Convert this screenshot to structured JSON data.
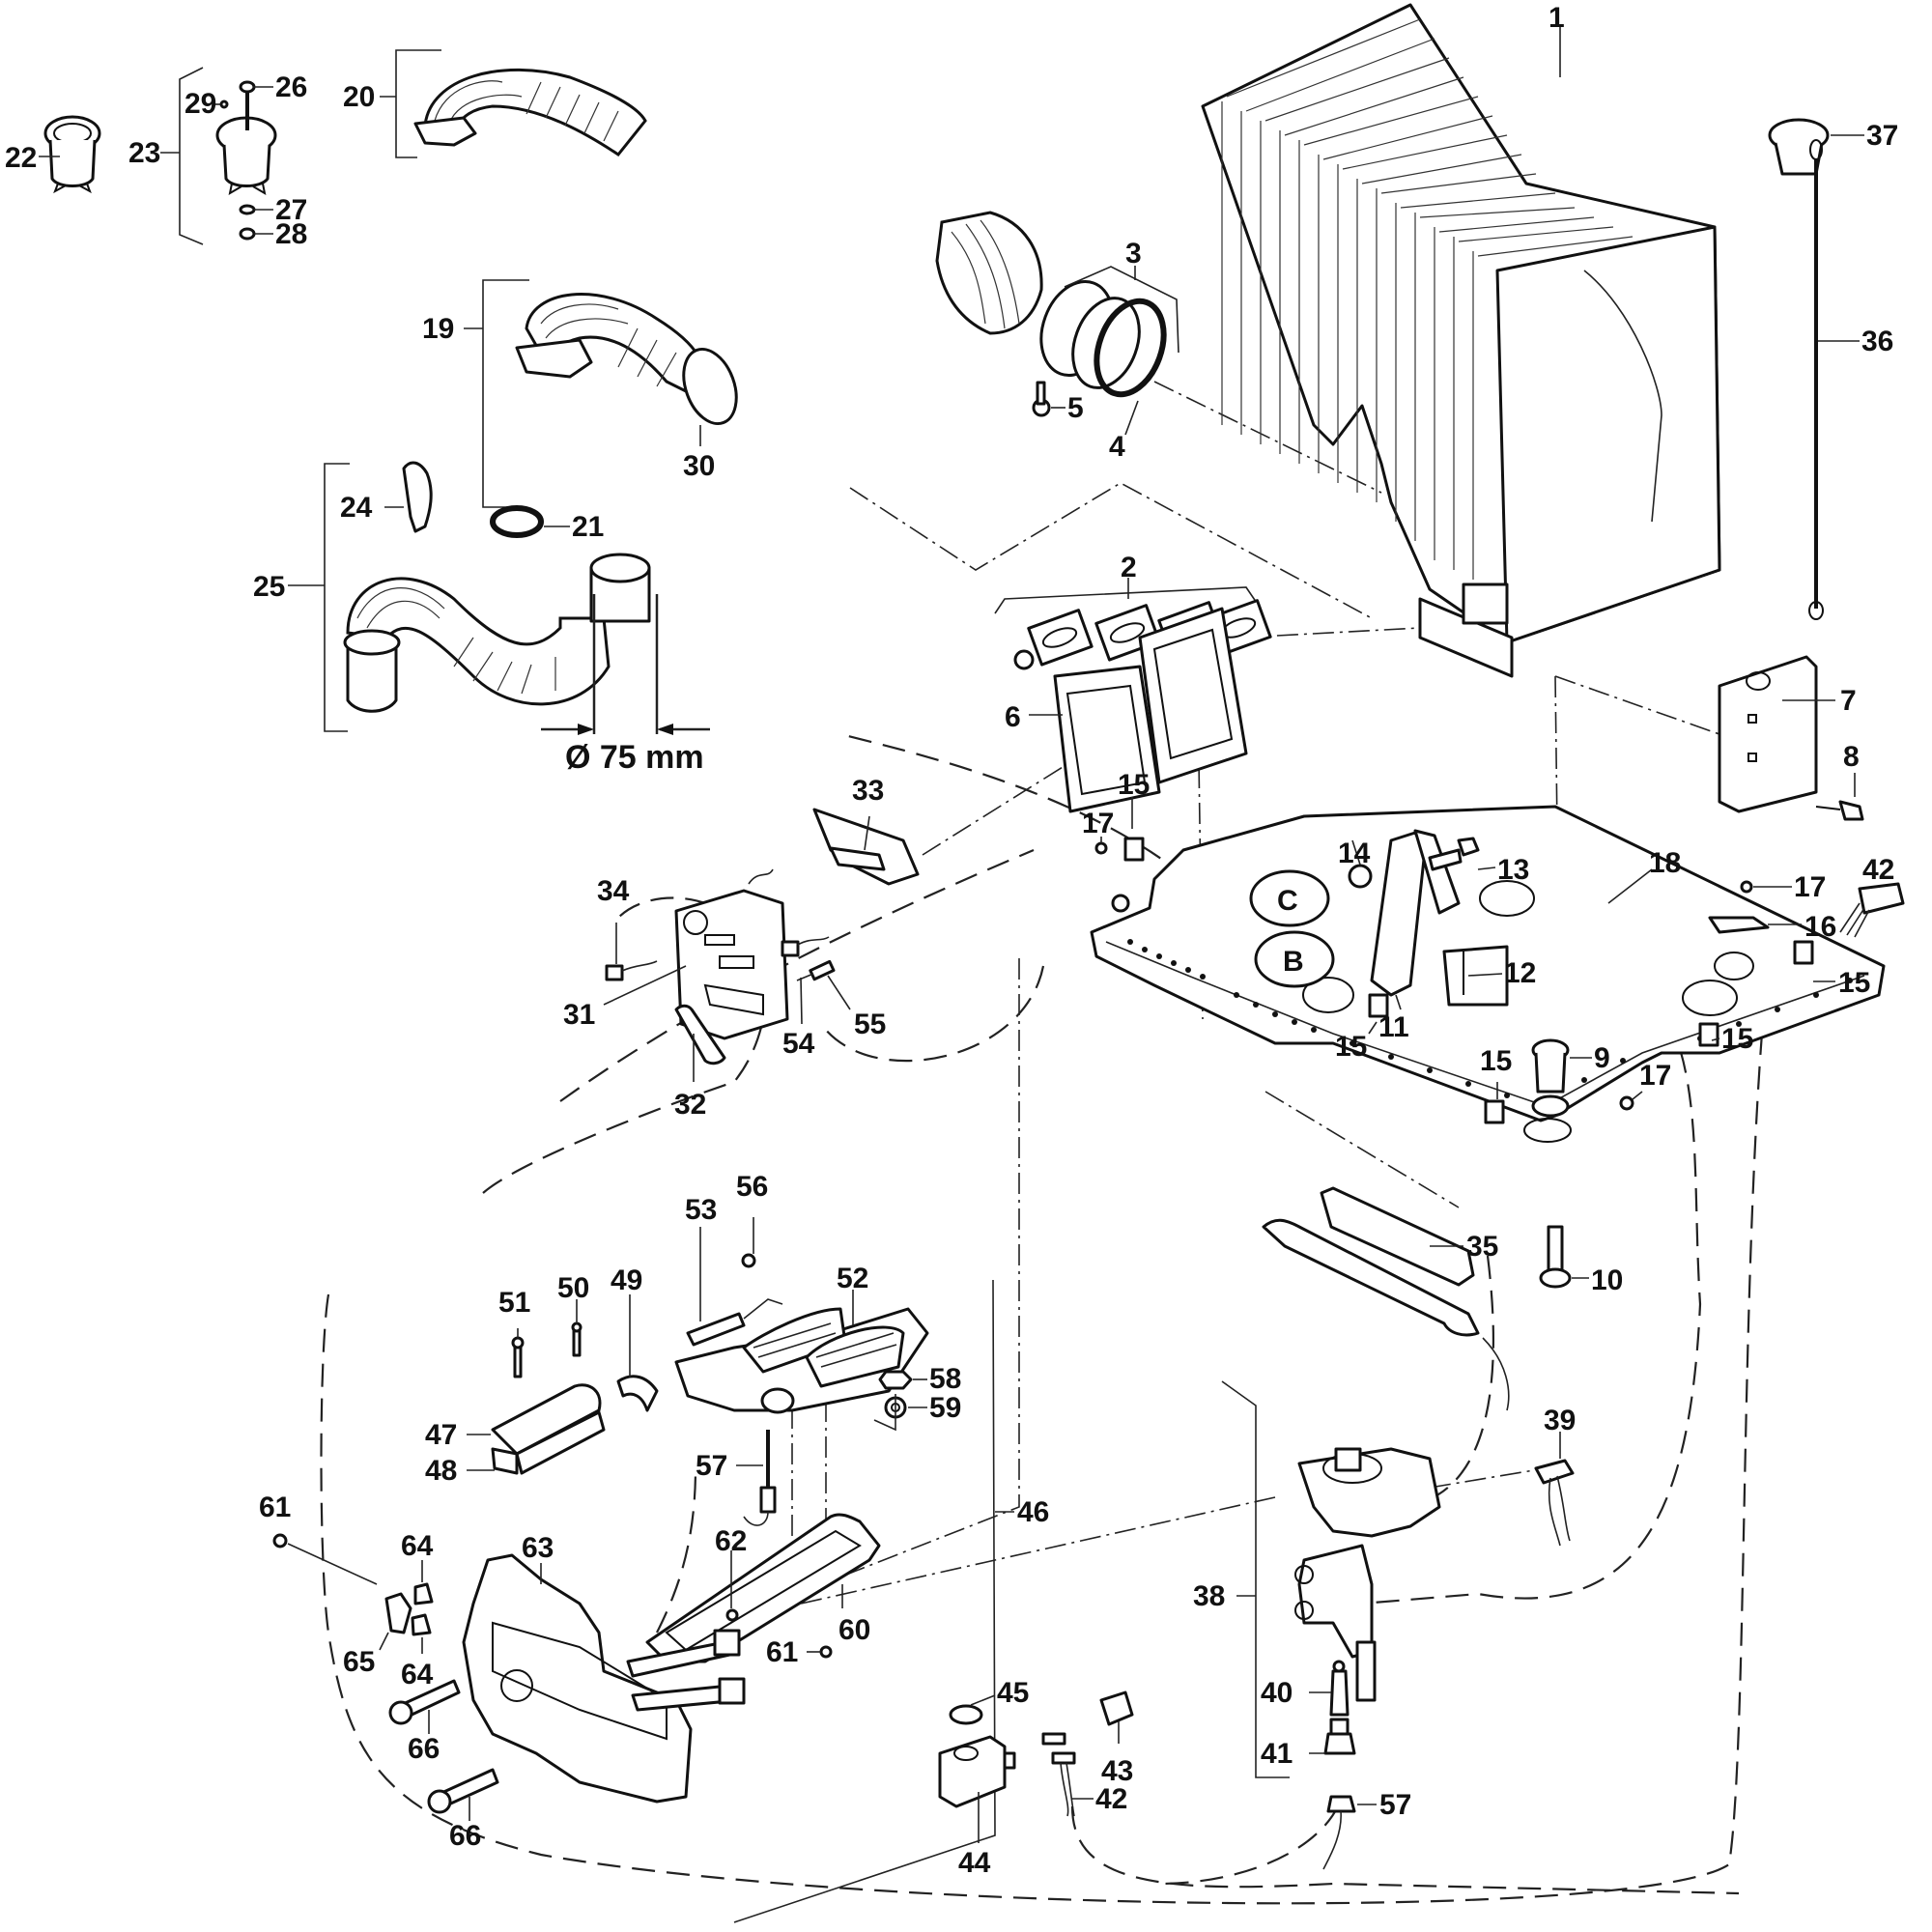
{
  "diagram": {
    "type": "exploded-parts-view",
    "dimension_label": "Ø 75 mm",
    "plate_markers": [
      "C",
      "B"
    ],
    "callouts": [
      {
        "id": "c1",
        "label": "1"
      },
      {
        "id": "c2",
        "label": "2"
      },
      {
        "id": "c3",
        "label": "3"
      },
      {
        "id": "c4",
        "label": "4"
      },
      {
        "id": "c5",
        "label": "5"
      },
      {
        "id": "c6",
        "label": "6"
      },
      {
        "id": "c7",
        "label": "7"
      },
      {
        "id": "c8",
        "label": "8"
      },
      {
        "id": "c9",
        "label": "9"
      },
      {
        "id": "c10",
        "label": "10"
      },
      {
        "id": "c11",
        "label": "11"
      },
      {
        "id": "c12",
        "label": "12"
      },
      {
        "id": "c13",
        "label": "13"
      },
      {
        "id": "c14",
        "label": "14"
      },
      {
        "id": "c15a",
        "label": "15"
      },
      {
        "id": "c15b",
        "label": "15"
      },
      {
        "id": "c15c",
        "label": "15"
      },
      {
        "id": "c15d",
        "label": "15"
      },
      {
        "id": "c15e",
        "label": "15"
      },
      {
        "id": "c16",
        "label": "16"
      },
      {
        "id": "c17a",
        "label": "17"
      },
      {
        "id": "c17b",
        "label": "17"
      },
      {
        "id": "c17c",
        "label": "17"
      },
      {
        "id": "c18",
        "label": "18"
      },
      {
        "id": "c19",
        "label": "19"
      },
      {
        "id": "c20",
        "label": "20"
      },
      {
        "id": "c21",
        "label": "21"
      },
      {
        "id": "c22",
        "label": "22"
      },
      {
        "id": "c23",
        "label": "23"
      },
      {
        "id": "c24",
        "label": "24"
      },
      {
        "id": "c25",
        "label": "25"
      },
      {
        "id": "c26",
        "label": "26"
      },
      {
        "id": "c27",
        "label": "27"
      },
      {
        "id": "c28",
        "label": "28"
      },
      {
        "id": "c29",
        "label": "29"
      },
      {
        "id": "c30",
        "label": "30"
      },
      {
        "id": "c31",
        "label": "31"
      },
      {
        "id": "c32",
        "label": "32"
      },
      {
        "id": "c33",
        "label": "33"
      },
      {
        "id": "c34",
        "label": "34"
      },
      {
        "id": "c35",
        "label": "35"
      },
      {
        "id": "c36",
        "label": "36"
      },
      {
        "id": "c37",
        "label": "37"
      },
      {
        "id": "c38",
        "label": "38"
      },
      {
        "id": "c39",
        "label": "39"
      },
      {
        "id": "c40",
        "label": "40"
      },
      {
        "id": "c41",
        "label": "41"
      },
      {
        "id": "c42a",
        "label": "42"
      },
      {
        "id": "c42b",
        "label": "42"
      },
      {
        "id": "c43",
        "label": "43"
      },
      {
        "id": "c44",
        "label": "44"
      },
      {
        "id": "c45",
        "label": "45"
      },
      {
        "id": "c46",
        "label": "46"
      },
      {
        "id": "c47",
        "label": "47"
      },
      {
        "id": "c48",
        "label": "48"
      },
      {
        "id": "c49",
        "label": "49"
      },
      {
        "id": "c50",
        "label": "50"
      },
      {
        "id": "c51",
        "label": "51"
      },
      {
        "id": "c52",
        "label": "52"
      },
      {
        "id": "c53",
        "label": "53"
      },
      {
        "id": "c54",
        "label": "54"
      },
      {
        "id": "c55",
        "label": "55"
      },
      {
        "id": "c56",
        "label": "56"
      },
      {
        "id": "c57a",
        "label": "57"
      },
      {
        "id": "c57b",
        "label": "57"
      },
      {
        "id": "c58",
        "label": "58"
      },
      {
        "id": "c59",
        "label": "59"
      },
      {
        "id": "c60",
        "label": "60"
      },
      {
        "id": "c61a",
        "label": "61"
      },
      {
        "id": "c61b",
        "label": "61"
      },
      {
        "id": "c62",
        "label": "62"
      },
      {
        "id": "c63",
        "label": "63"
      },
      {
        "id": "c64a",
        "label": "64"
      },
      {
        "id": "c64b",
        "label": "64"
      },
      {
        "id": "c65",
        "label": "65"
      },
      {
        "id": "c66a",
        "label": "66"
      },
      {
        "id": "c66b",
        "label": "66"
      }
    ]
  }
}
